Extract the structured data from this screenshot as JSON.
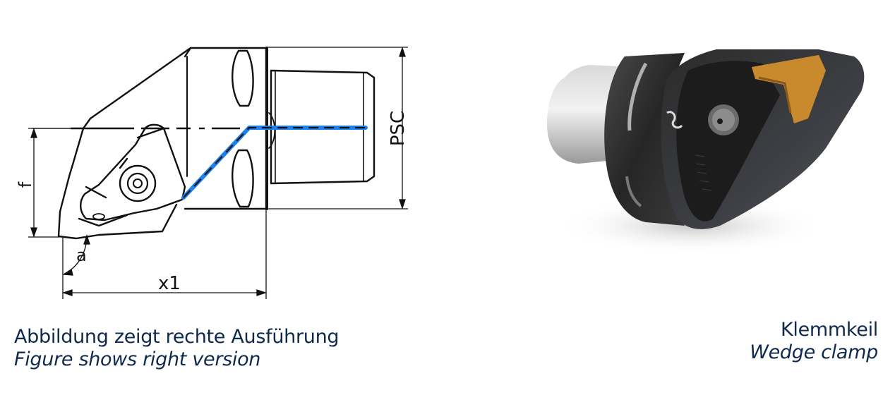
{
  "drawing": {
    "dimension_labels": {
      "psc": "PSC",
      "f": "f",
      "a": "a",
      "x1": "x1"
    },
    "coolant_line_color": "#1a82ef",
    "line_color": "#111111"
  },
  "photo": {
    "subject": "wedge-clamp-tool-holder",
    "insert_color": "#c98a2e"
  },
  "captions": {
    "left": {
      "german": "Abbildung zeigt rechte Ausführung",
      "english": "Figure shows right version"
    },
    "right": {
      "german": "Klemmkeil",
      "english": "Wedge clamp"
    }
  },
  "colors": {
    "caption_text": "#0f2a4d",
    "background": "#ffffff"
  }
}
